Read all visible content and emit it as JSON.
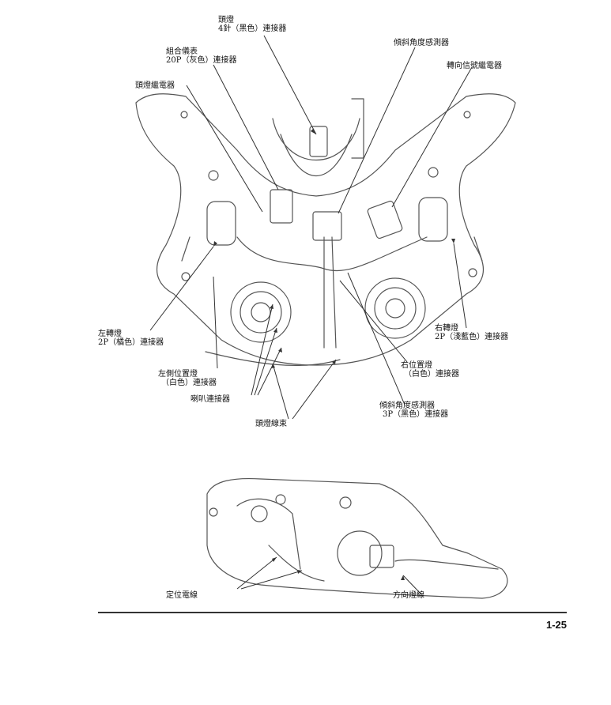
{
  "labels": {
    "headlight_connector": [
      "頭燈",
      "4針（黑色）連接器"
    ],
    "meter_connector": [
      "組合儀表",
      "20P（灰色）連接器"
    ],
    "headlight_relay": "頭燈繼電器",
    "tilt_sensor": "傾斜角度感測器",
    "turn_relay": "轉向信號繼電器",
    "left_turn": [
      "左轉燈",
      "2P（橘色）連接器"
    ],
    "right_turn": [
      "右轉燈",
      "2P（淺藍色）連接器"
    ],
    "left_position": [
      "左側位置燈",
      "（白色）連接器"
    ],
    "right_position": [
      "右位置燈",
      "（白色）連接器"
    ],
    "horn_connector": "喇叭連接器",
    "tilt_sensor_connector": [
      "傾斜角度感測器",
      "3P（黑色）連接器"
    ],
    "headlight_harness": "頭燈線束",
    "position_wire": "定位電線",
    "turn_wire": "方向燈線"
  },
  "page": {
    "number": "1-25"
  }
}
